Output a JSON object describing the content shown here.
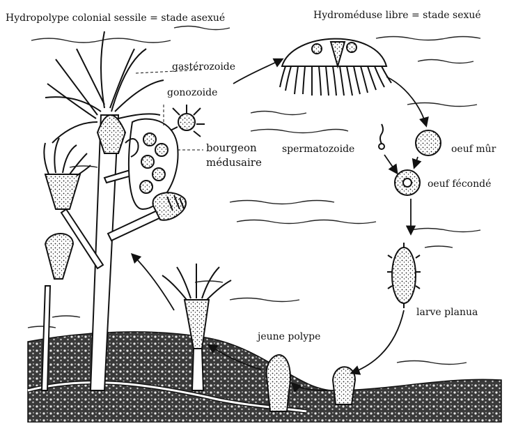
{
  "titles": {
    "polyp_stage": "Hydropolype colonial sessile = stade asexué",
    "medusa_stage": "Hydroméduse libre = stade sexué"
  },
  "labels": {
    "gastrozooid": "gastérozoide",
    "gonozooid": "gonozoide",
    "medusa_bud_line1": "bourgeon",
    "medusa_bud_line2": "médusaire",
    "sperm": "spermatozoide",
    "mature_egg": "oeuf mûr",
    "fertilized_egg": "oeuf fécondé",
    "planula": "larve planua",
    "young_polyp": "jeune polype"
  },
  "colors": {
    "ink": "#111111",
    "paper": "#ffffff",
    "seabed": "#2a2a2a"
  }
}
